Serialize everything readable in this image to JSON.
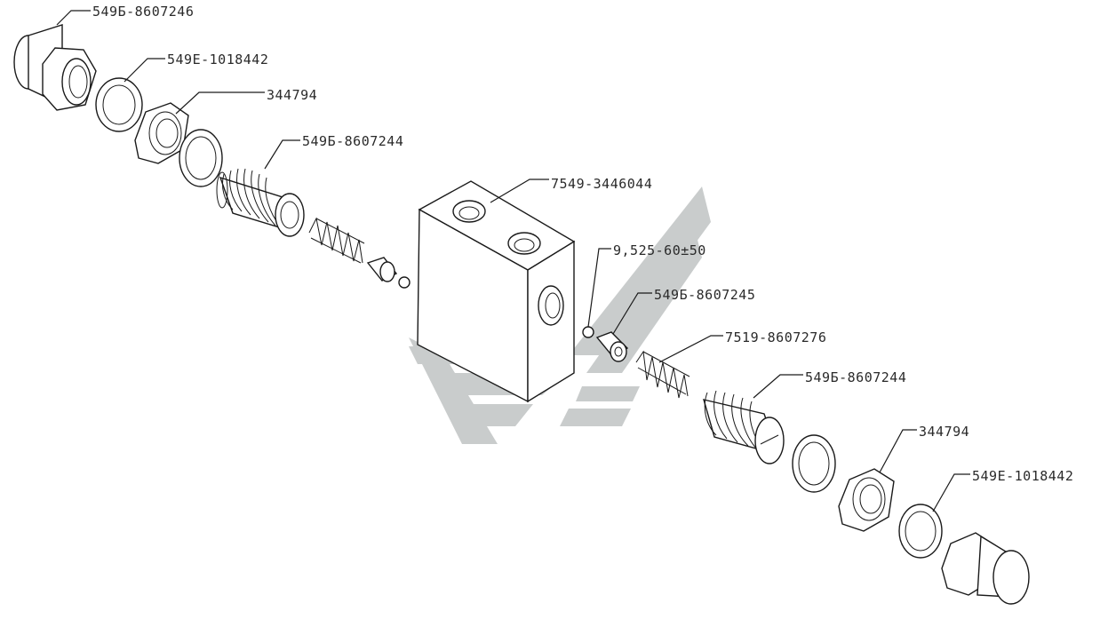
{
  "diagram": {
    "watermark_colors": {
      "band": "#c9cccc",
      "dark": "#b9bdbd"
    },
    "callouts": [
      {
        "id": "c1",
        "text": "549Б-8607246"
      },
      {
        "id": "c2",
        "text": "549Е-1018442"
      },
      {
        "id": "c3",
        "text": "344794"
      },
      {
        "id": "c4",
        "text": "549Б-8607244"
      },
      {
        "id": "c5",
        "text": "7549-3446044"
      },
      {
        "id": "c6",
        "text": "9,525-60±50"
      },
      {
        "id": "c7",
        "text": "549Б-8607245"
      },
      {
        "id": "c8",
        "text": "7519-8607276"
      },
      {
        "id": "c9",
        "text": "549Б-8607244"
      },
      {
        "id": "c10",
        "text": "344794"
      },
      {
        "id": "c11",
        "text": "549Е-1018442"
      }
    ]
  }
}
